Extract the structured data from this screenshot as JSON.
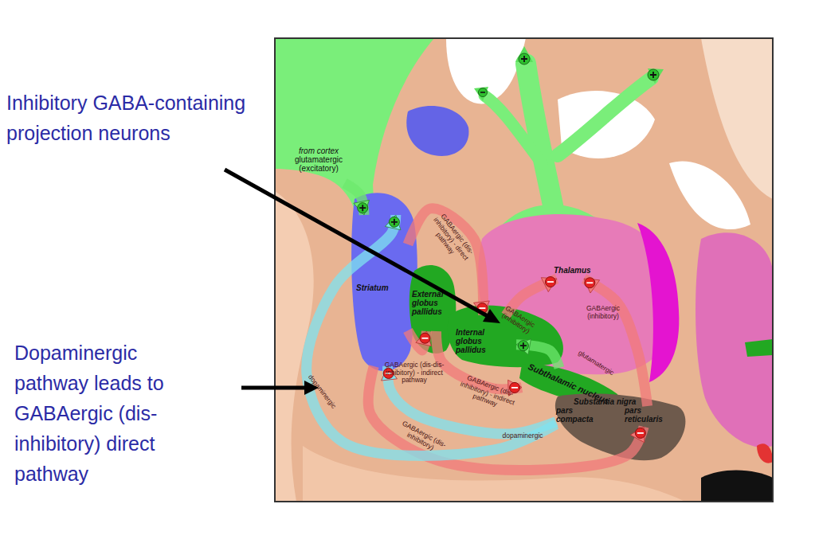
{
  "diagram": {
    "nodes": [
      {
        "text": [
          "from cortex",
          "glutamatergic (excitatory)"
        ]
      },
      {
        "text": [
          "Striatum"
        ]
      },
      {
        "text": [
          "Thalamus"
        ]
      },
      {
        "text": [
          "External globus pallidus"
        ]
      },
      {
        "text": [
          "Internal globus pallidus"
        ]
      },
      {
        "text": [
          "Subthalamic nucleus"
        ]
      },
      {
        "text": [
          "Substantia nigra"
        ]
      },
      {
        "text": [
          "pars compacta"
        ],
        "in": 6
      },
      {
        "text": [
          "pars reticularis"
        ],
        "in": 6
      }
    ],
    "edges": [
      {
        "from": 0,
        "to": 1,
        "arrow": "to"
      },
      {
        "from": 1,
        "to": 4,
        "label": "GABAergic (dis-inhibitory) - direct pathway",
        "arrow": "to"
      },
      {
        "from": 1,
        "to": 3,
        "label": "GABAergic (dis-dis-inhibitory) - indirect pathway",
        "arrow": "to"
      },
      {
        "from": 3,
        "to": 5,
        "label": "GABAergic (dis-inhibitory) - indirect pathway",
        "arrow": "to"
      },
      {
        "from": 5,
        "to": 4,
        "label": "glutamatergic",
        "arrow": "to"
      },
      {
        "from": 4,
        "to": 2,
        "label": "GABAergic (inhibitory)",
        "arrow": "to"
      },
      {
        "from": 8,
        "to": 2,
        "label": "GABAergic (inhibitory)",
        "arrow": "to"
      },
      {
        "from": 1,
        "to": 8,
        "label": "GABAergic (dis-inhibitory)",
        "arrow": "to"
      },
      {
        "from": 7,
        "to": 1,
        "label": "dopaminergic",
        "arrow": "to"
      },
      {
        "from": 7,
        "to": 1,
        "label": "dopaminergic",
        "arrow": "to"
      }
    ],
    "labels": [
      "Inhibitory GABA-containing projection neurons",
      "Dopaminergic pathway leads to GABAergic (dis-inhibitory) direct pathway"
    ]
  }
}
